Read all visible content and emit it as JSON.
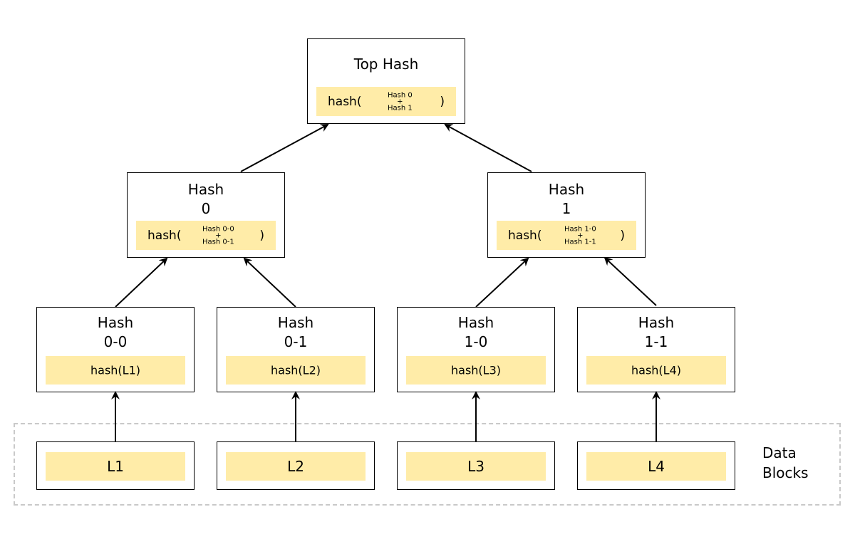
{
  "top": {
    "title": "Top Hash",
    "fn": "hash(",
    "a": "Hash 0",
    "plus": "+",
    "b": "Hash 1",
    "close": ")"
  },
  "h0": {
    "title1": "Hash",
    "title2": "0",
    "fn": "hash(",
    "a": "Hash 0-0",
    "plus": "+",
    "b": "Hash 0-1",
    "close": ")"
  },
  "h1": {
    "title1": "Hash",
    "title2": "1",
    "fn": "hash(",
    "a": "Hash 1-0",
    "plus": "+",
    "b": "Hash 1-1",
    "close": ")"
  },
  "leaves": [
    {
      "title1": "Hash",
      "title2": "0-0",
      "content": "hash(L1)"
    },
    {
      "title1": "Hash",
      "title2": "0-1",
      "content": "hash(L2)"
    },
    {
      "title1": "Hash",
      "title2": "1-0",
      "content": "hash(L3)"
    },
    {
      "title1": "Hash",
      "title2": "1-1",
      "content": "hash(L4)"
    }
  ],
  "blocks": [
    "L1",
    "L2",
    "L3",
    "L4"
  ],
  "group_label": {
    "line1": "Data",
    "line2": "Blocks"
  },
  "colors": {
    "fill": "#ffeca8",
    "border": "#000000",
    "dashed": "#c9c9c9"
  }
}
